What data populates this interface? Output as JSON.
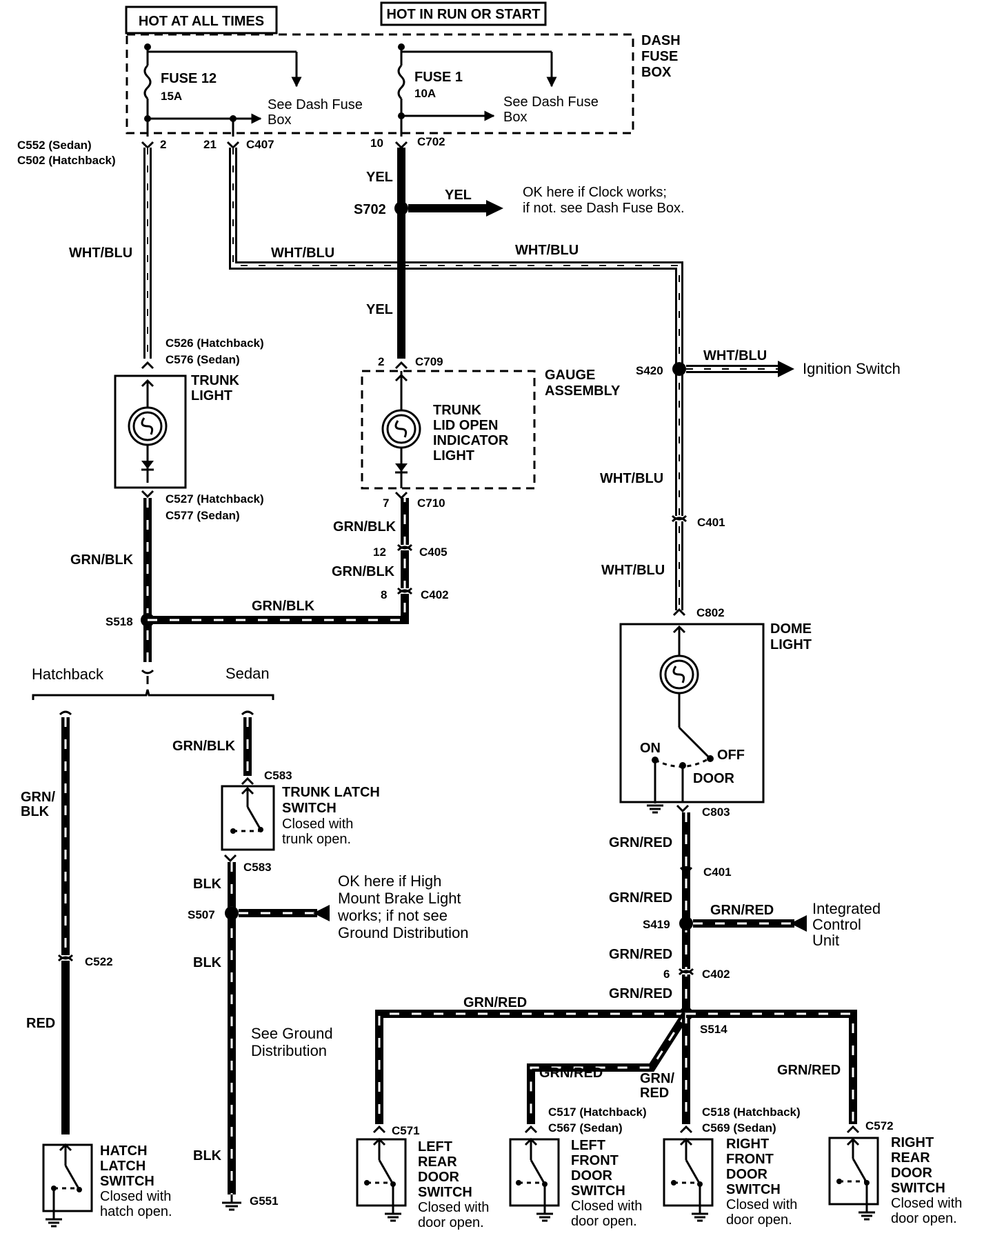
{
  "power": {
    "hot_at_all_times": "HOT AT ALL TIMES",
    "hot_in_run_or_start": "HOT IN RUN OR START",
    "dash_fuse_box": [
      "DASH",
      "FUSE",
      "BOX"
    ],
    "fuse12_name": "FUSE 12",
    "fuse12_rating": "15A",
    "fuse1_name": "FUSE 1",
    "fuse1_rating": "10A",
    "see_dash_fuse_1": "See Dash Fuse",
    "see_dash_fuse_2": "Box"
  },
  "connectors": {
    "c552": "C552 (Sedan)",
    "c502": "C502 (Hatchback)",
    "pin2": "2",
    "pin21": "21",
    "c407": "C407",
    "pin10": "10",
    "c702": "C702",
    "s702": "S702",
    "c526": "C526 (Hatchback)",
    "c576": "C576 (Sedan)",
    "pin2b": "2",
    "c709": "C709",
    "s420": "S420",
    "c527": "C527 (Hatchback)",
    "c577": "C577 (Sedan)",
    "pin7": "7",
    "c710": "C710",
    "pin12": "12",
    "c405": "C405",
    "pin8": "8",
    "c402a": "C402",
    "c401a": "C401",
    "s518": "S518",
    "c802": "C802",
    "c583a": "C583",
    "c583b": "C583",
    "s507": "S507",
    "c803": "C803",
    "c401b": "C401",
    "s419": "S419",
    "pin6": "6",
    "c402b": "C402",
    "c522": "C522",
    "s514": "S514",
    "c517": "C517 (Hatchback)",
    "c567": "C567 (Sedan)",
    "c518": "C518 (Hatchback)",
    "c569": "C569 (Sedan)",
    "c571": "C571",
    "c572": "C572",
    "g551": "G551"
  },
  "wires": {
    "wht_blu": "WHT/BLU",
    "yel": "YEL",
    "grn_blk": "GRN/BLK",
    "grn_blk_split_1": "GRN/",
    "grn_blk_split_2": "BLK",
    "grn_red": "GRN/RED",
    "grn_red_split_1": "GRN/",
    "grn_red_split_2": "RED",
    "blk": "BLK",
    "red": "RED"
  },
  "notes": {
    "clock_1": "OK here if Clock works;",
    "clock_2": "if not. see Dash Fuse Box.",
    "ignition_switch": "Ignition Switch",
    "brake_1": "OK here if High",
    "brake_2": "Mount Brake Light",
    "brake_3": "works; if not see",
    "brake_4": "Ground Distribution",
    "ground_1": "See Ground",
    "ground_2": "Distribution",
    "icu_1": "Integrated",
    "icu_2": "Control",
    "icu_3": "Unit",
    "hatchback": "Hatchback",
    "sedan": "Sedan"
  },
  "components": {
    "trunk_light": [
      "TRUNK",
      "LIGHT"
    ],
    "gauge_assembly": [
      "GAUGE",
      "ASSEMBLY"
    ],
    "indicator": [
      "TRUNK",
      "LID OPEN",
      "INDICATOR",
      "LIGHT"
    ],
    "dome_light": [
      "DOME",
      "LIGHT"
    ],
    "dome_on": "ON",
    "dome_off": "OFF",
    "dome_door": "DOOR",
    "trunk_latch": [
      "TRUNK LATCH",
      "SWITCH"
    ],
    "trunk_latch_note": [
      "Closed with",
      "trunk open."
    ],
    "hatch_latch": [
      "HATCH",
      "LATCH",
      "SWITCH"
    ],
    "hatch_latch_note": [
      "Closed with",
      "hatch open."
    ],
    "left_rear": [
      "LEFT",
      "REAR",
      "DOOR",
      "SWITCH"
    ],
    "left_front": [
      "LEFT",
      "FRONT",
      "DOOR",
      "SWITCH"
    ],
    "right_front": [
      "RIGHT",
      "FRONT",
      "DOOR",
      "SWITCH"
    ],
    "right_rear": [
      "RIGHT",
      "REAR",
      "DOOR",
      "SWITCH"
    ],
    "door_note": [
      "Closed with",
      "door open."
    ]
  }
}
